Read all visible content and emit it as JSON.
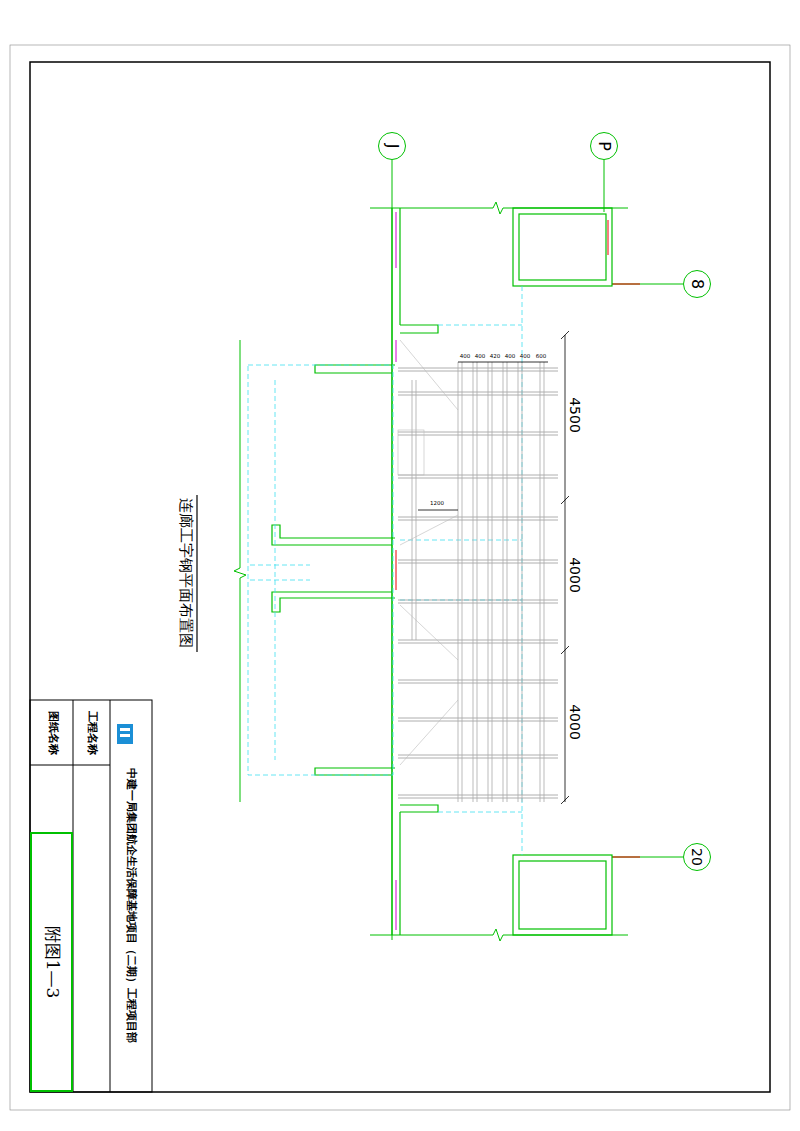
{
  "diagram": {
    "title": "连廊工字钢平面布置图",
    "nodes": [
      {
        "text": [
          "J"
        ]
      },
      {
        "text": [
          "P"
        ]
      },
      {
        "text": [
          "8"
        ]
      },
      {
        "text": [
          "20"
        ]
      },
      {
        "text": [
          "附图1—3"
        ]
      }
    ],
    "labels": [
      "400",
      "400",
      "420",
      "400",
      "400",
      "600",
      "1200",
      "4500",
      "4000",
      "4000",
      "中建一局集团航企生活保障基地项目（二期）工程项目部",
      "工程名称",
      "图纸名称"
    ]
  }
}
